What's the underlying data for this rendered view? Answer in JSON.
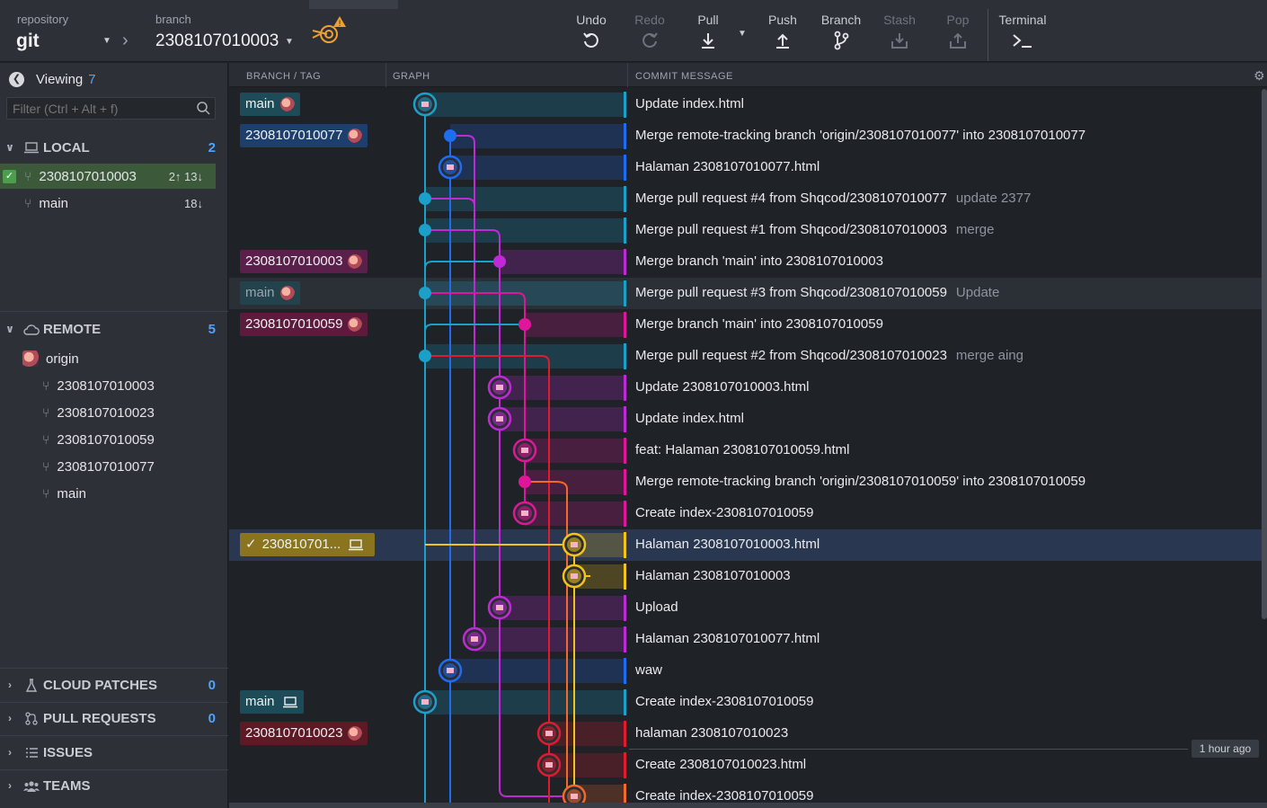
{
  "toolbar": {
    "repo_hint": "repository",
    "repo_name": "git",
    "branch_hint": "branch",
    "branch_name": "2308107010003",
    "buttons": {
      "undo": "Undo",
      "redo": "Redo",
      "pull": "Pull",
      "push": "Push",
      "branch": "Branch",
      "stash": "Stash",
      "pop": "Pop",
      "terminal": "Terminal"
    }
  },
  "sidebar": {
    "viewing_label": "Viewing",
    "viewing_count": "7",
    "filter_placeholder": "Filter (Ctrl + Alt + f)",
    "local": {
      "title": "LOCAL",
      "count": "2",
      "branches": [
        {
          "name": "2308107010003",
          "meta": "2↑ 13↓"
        },
        {
          "name": "main",
          "meta": "18↓"
        }
      ]
    },
    "remote": {
      "title": "REMOTE",
      "count": "5",
      "origin": "origin",
      "branches": [
        "2308107010003",
        "2308107010023",
        "2308107010059",
        "2308107010077",
        "main"
      ]
    },
    "cloud_patches": {
      "title": "CLOUD PATCHES",
      "count": "0"
    },
    "pull_requests": {
      "title": "PULL REQUESTS",
      "count": "0"
    },
    "issues": {
      "title": "ISSUES"
    },
    "teams": {
      "title": "TEAMS"
    }
  },
  "graph_header": {
    "branch_tag": "BRANCH / TAG",
    "graph": "GRAPH",
    "commit_message": "COMMIT MESSAGE"
  },
  "commits": [
    {
      "tag": "main",
      "message": "Update index.html",
      "desc": ""
    },
    {
      "tag": "2308107010077",
      "message": "Merge remote-tracking branch 'origin/2308107010077' into 2308107010077",
      "desc": ""
    },
    {
      "tag": "",
      "message": "Halaman 2308107010077.html",
      "desc": ""
    },
    {
      "tag": "",
      "message": "Merge pull request #4 from Shqcod/2308107010077",
      "desc": "update 2377"
    },
    {
      "tag": "",
      "message": "Merge pull request #1 from Shqcod/2308107010003",
      "desc": "merge"
    },
    {
      "tag": "2308107010003",
      "message": "Merge branch 'main' into 2308107010003",
      "desc": ""
    },
    {
      "tag": "main",
      "message": "Merge pull request #3 from Shqcod/2308107010059",
      "desc": "Update"
    },
    {
      "tag": "2308107010059",
      "message": "Merge branch 'main' into 2308107010059",
      "desc": ""
    },
    {
      "tag": "",
      "message": "Merge pull request #2 from Shqcod/2308107010023",
      "desc": "merge aing"
    },
    {
      "tag": "",
      "message": "Update 2308107010003.html",
      "desc": ""
    },
    {
      "tag": "",
      "message": "Update index.html",
      "desc": ""
    },
    {
      "tag": "",
      "message": "feat: Halaman 2308107010059.html",
      "desc": ""
    },
    {
      "tag": "",
      "message": "Merge remote-tracking branch 'origin/2308107010059' into 2308107010059",
      "desc": ""
    },
    {
      "tag": "",
      "message": "Create index-2308107010059",
      "desc": ""
    },
    {
      "tag": "230810701...",
      "message": "Halaman 2308107010003.html",
      "desc": ""
    },
    {
      "tag": "",
      "message": "Halaman 2308107010003",
      "desc": ""
    },
    {
      "tag": "",
      "message": "Upload",
      "desc": ""
    },
    {
      "tag": "",
      "message": "Halaman 2308107010077.html",
      "desc": ""
    },
    {
      "tag": "",
      "message": "waw",
      "desc": ""
    },
    {
      "tag": "main",
      "message": "Create index-2308107010059",
      "desc": ""
    },
    {
      "tag": "2308107010023",
      "message": "halaman 2308107010023",
      "desc": ""
    },
    {
      "tag": "",
      "message": "Create 2308107010023.html",
      "desc": ""
    },
    {
      "tag": "",
      "message": "Create index-2308107010059",
      "desc": ""
    }
  ],
  "time_label": "1 hour ago",
  "colors": {
    "teal": "#1ba0c9",
    "blue": "#1e6cf0",
    "magenta": "#c02ad6",
    "pink": "#e0169a",
    "red": "#e01b2e",
    "orange": "#f06a2a",
    "yellow": "#f2c31a"
  }
}
